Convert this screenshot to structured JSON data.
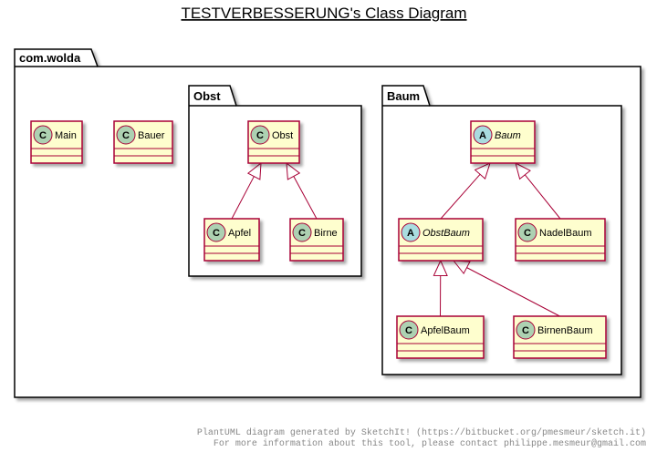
{
  "title": "TESTVERBESSERUNG's Class Diagram",
  "colors": {
    "class_fill": "#FEFECE",
    "class_border": "#A80036",
    "circle_class": "#ADD1B2",
    "circle_abstract": "#A9DCDF",
    "package_border": "#000000",
    "shadow": "#BBBBBB"
  },
  "packages": {
    "root": {
      "name": "com.wolda"
    },
    "obst": {
      "name": "Obst"
    },
    "baum": {
      "name": "Baum"
    }
  },
  "classes": {
    "main": {
      "name": "Main",
      "kind": "C"
    },
    "bauer": {
      "name": "Bauer",
      "kind": "C"
    },
    "obst": {
      "name": "Obst",
      "kind": "C"
    },
    "apfel": {
      "name": "Apfel",
      "kind": "C"
    },
    "birne": {
      "name": "Birne",
      "kind": "C"
    },
    "baum": {
      "name": "Baum",
      "kind": "A"
    },
    "obstbaum": {
      "name": "ObstBaum",
      "kind": "A"
    },
    "nadelbaum": {
      "name": "NadelBaum",
      "kind": "C"
    },
    "apfelbaum": {
      "name": "ApfelBaum",
      "kind": "C"
    },
    "birnenbaum": {
      "name": "BirnenBaum",
      "kind": "C"
    }
  },
  "relations": [
    {
      "child": "apfel",
      "parent": "obst",
      "type": "extends"
    },
    {
      "child": "birne",
      "parent": "obst",
      "type": "extends"
    },
    {
      "child": "obstbaum",
      "parent": "baum",
      "type": "extends"
    },
    {
      "child": "nadelbaum",
      "parent": "baum",
      "type": "extends"
    },
    {
      "child": "apfelbaum",
      "parent": "obstbaum",
      "type": "extends"
    },
    {
      "child": "birnenbaum",
      "parent": "obstbaum",
      "type": "extends"
    }
  ],
  "footer": {
    "line1": "PlantUML diagram generated by SketchIt! (https://bitbucket.org/pmesmeur/sketch.it)",
    "line2": "For more information about this tool, please contact philippe.mesmeur@gmail.com"
  }
}
